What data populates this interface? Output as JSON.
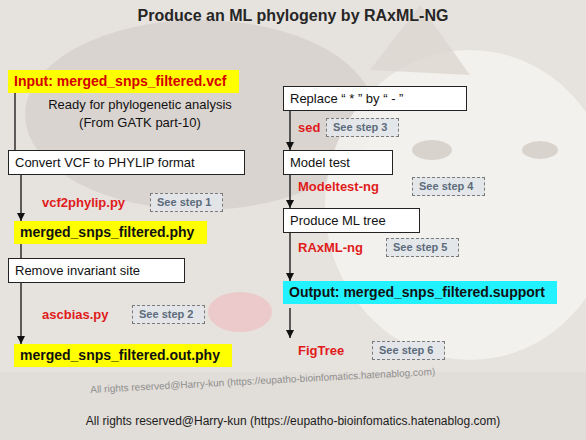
{
  "diagram": {
    "title": "Produce an ML phylogeny by RAxML-NG",
    "nodes": [
      {
        "text": [
          "Input: merged_snps_filtered.vcf"
        ]
      },
      {
        "text": [
          "Convert VCF to PHYLIP format"
        ]
      },
      {
        "text": [
          "See step 1"
        ]
      },
      {
        "text": [
          "merged_snps_filtered.phy"
        ]
      },
      {
        "text": [
          "Remove invariant site"
        ]
      },
      {
        "text": [
          "See step 2"
        ]
      },
      {
        "text": [
          "merged_snps_filtered.out.phy"
        ]
      },
      {
        "text": [
          "Replace “ * ” by “ - ”"
        ]
      },
      {
        "text": [
          "See step 3"
        ]
      },
      {
        "text": [
          "Model test"
        ]
      },
      {
        "text": [
          "See step 4"
        ]
      },
      {
        "text": [
          "Produce ML tree"
        ]
      },
      {
        "text": [
          "See step 5"
        ]
      },
      {
        "text": [
          "Output: merged_snps_filtered.support"
        ]
      },
      {
        "text": [
          "See step 6"
        ]
      }
    ],
    "edges": [
      {
        "from": 0,
        "to": 1,
        "arrow": "none"
      },
      {
        "from": 1,
        "to": 3,
        "arrow": "to"
      },
      {
        "from": 3,
        "to": 4,
        "arrow": "none"
      },
      {
        "from": 4,
        "to": 6,
        "arrow": "to"
      },
      {
        "from": 7,
        "to": 9,
        "arrow": "to"
      },
      {
        "from": 9,
        "to": 11,
        "arrow": "to"
      },
      {
        "from": 11,
        "to": 13,
        "arrow": "to"
      }
    ],
    "labels": [
      "Ready for phylogenetic analysis (From GATK part-10)",
      "vcf2phylip.py",
      "ascbias.py",
      "sed",
      "Modeltest-ng",
      "RAxML-ng",
      "FigTree",
      "All rights reserved@Harry-kun (https://eupatho-bioinfomatics.hatenablog.com)",
      "All rights reserved@Harry-kun (https://eupatho-bioinfomatics.hatenablog.com)"
    ]
  }
}
